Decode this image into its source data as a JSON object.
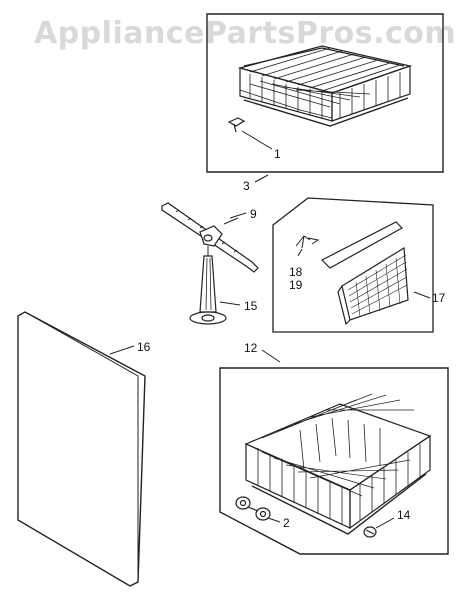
{
  "watermark": "AppliancePartsPros.com",
  "callouts": {
    "c1": "1",
    "c3": "3",
    "c9": "9",
    "c18": "18",
    "c19": "19",
    "c17": "17",
    "c15": "15",
    "c16": "16",
    "c12": "12",
    "c2": "2",
    "c14": "14"
  }
}
